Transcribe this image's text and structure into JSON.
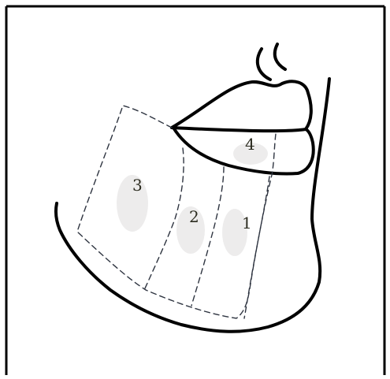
{
  "diagram": {
    "zones": [
      {
        "id": "zone-1",
        "label": "1"
      },
      {
        "id": "zone-2",
        "label": "2"
      },
      {
        "id": "zone-3",
        "label": "3"
      },
      {
        "id": "zone-4",
        "label": "4"
      }
    ],
    "colors": {
      "outline": "#000000",
      "dashed": "#2e3440",
      "shading": "#e7e6e6",
      "label": "#2b2b1f",
      "frame": "#000000"
    }
  }
}
